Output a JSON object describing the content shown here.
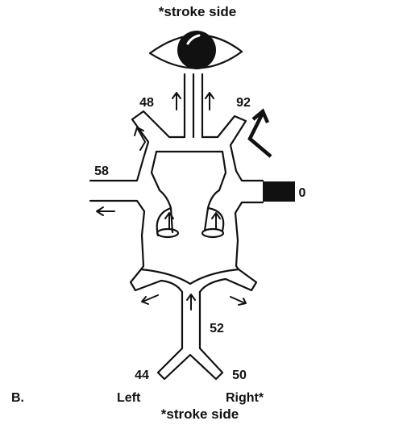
{
  "title_top": "*stroke side",
  "title_bottom": "*stroke side",
  "panel_label": "B.",
  "side_left": "Left",
  "side_right": "Right*",
  "values": {
    "ophthalmic_left": "48",
    "ophthalmic_right": "92",
    "mca_left": "58",
    "mca_right": "0",
    "basilar": "52",
    "vertebral_left": "44",
    "vertebral_right": "50"
  },
  "colors": {
    "ink": "#111111",
    "occlusion": "#111111",
    "background": "#ffffff"
  }
}
